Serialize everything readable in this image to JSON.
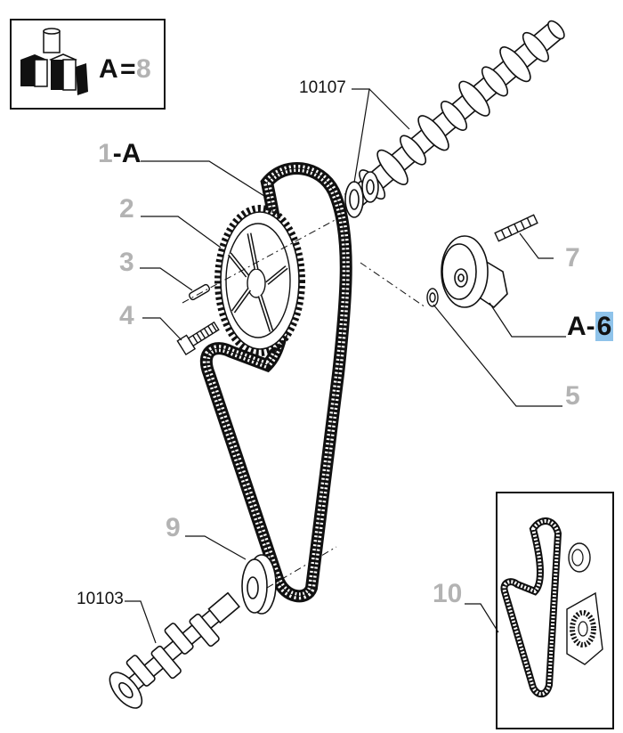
{
  "kit_legend": {
    "letter": "A",
    "equals": "=",
    "quantity": "8",
    "icon": "kit-package-icon"
  },
  "labels": {
    "ref_camshaft": "10107",
    "ref_crankshaft": "10103",
    "belt_num": "1",
    "belt_dash": "-",
    "belt_letter": "A",
    "gear_num": "2",
    "pin_num": "3",
    "bolt_num": "4",
    "washer_num": "5",
    "tensioner_letter": "A",
    "tensioner_dash": "-",
    "tensioner_num": "6",
    "stud_num": "7",
    "pulley_num": "9",
    "inset_num": "10"
  },
  "colors": {
    "line": "#111111",
    "gray_number": "#b3b3b3",
    "highlight": "#8fc3ea"
  }
}
